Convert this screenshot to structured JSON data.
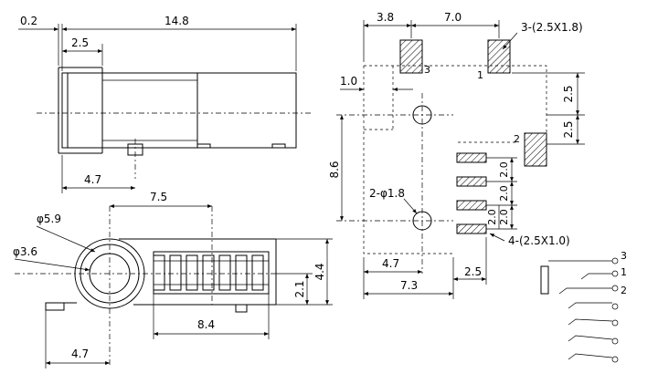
{
  "side_view": {
    "dim_total": "14.8",
    "dim_gap": "0.2",
    "dim_flange": "2.5",
    "dim_pin": "4.7"
  },
  "front_view": {
    "dim_outer_dia": "φ5.9",
    "dim_inner_dia": "φ3.6",
    "dim_center": "7.5",
    "dim_height": "4.4",
    "dim_axis": "2.1",
    "dim_body": "8.4",
    "dim_offset": "4.7"
  },
  "footprint": {
    "dim_pad_a": "3.8",
    "dim_pad_b": "7.0",
    "label_pads_top": "3-(2.5X1.8)",
    "pad_3": "3",
    "pad_1": "1",
    "pad_2": "2",
    "dim_hole_offset": "1.0",
    "dim_right_top": "2.5",
    "dim_right_bottom": "2.5",
    "dim_hole_spacing": "8.6",
    "label_holes": "2-φ1.8",
    "dim_pitch_1": "2.0",
    "dim_pitch_2": "2.0",
    "dim_pitch_3": "2.0",
    "dim_pitch_4": "2.0",
    "label_pads_bottom": "4-(2.5X1.0)",
    "dim_bottom_a": "4.7",
    "dim_bottom_b": "2.5",
    "dim_bottom_c": "7.3"
  },
  "schematic": {
    "pin_3": "3",
    "pin_1": "1",
    "pin_2": "2"
  }
}
